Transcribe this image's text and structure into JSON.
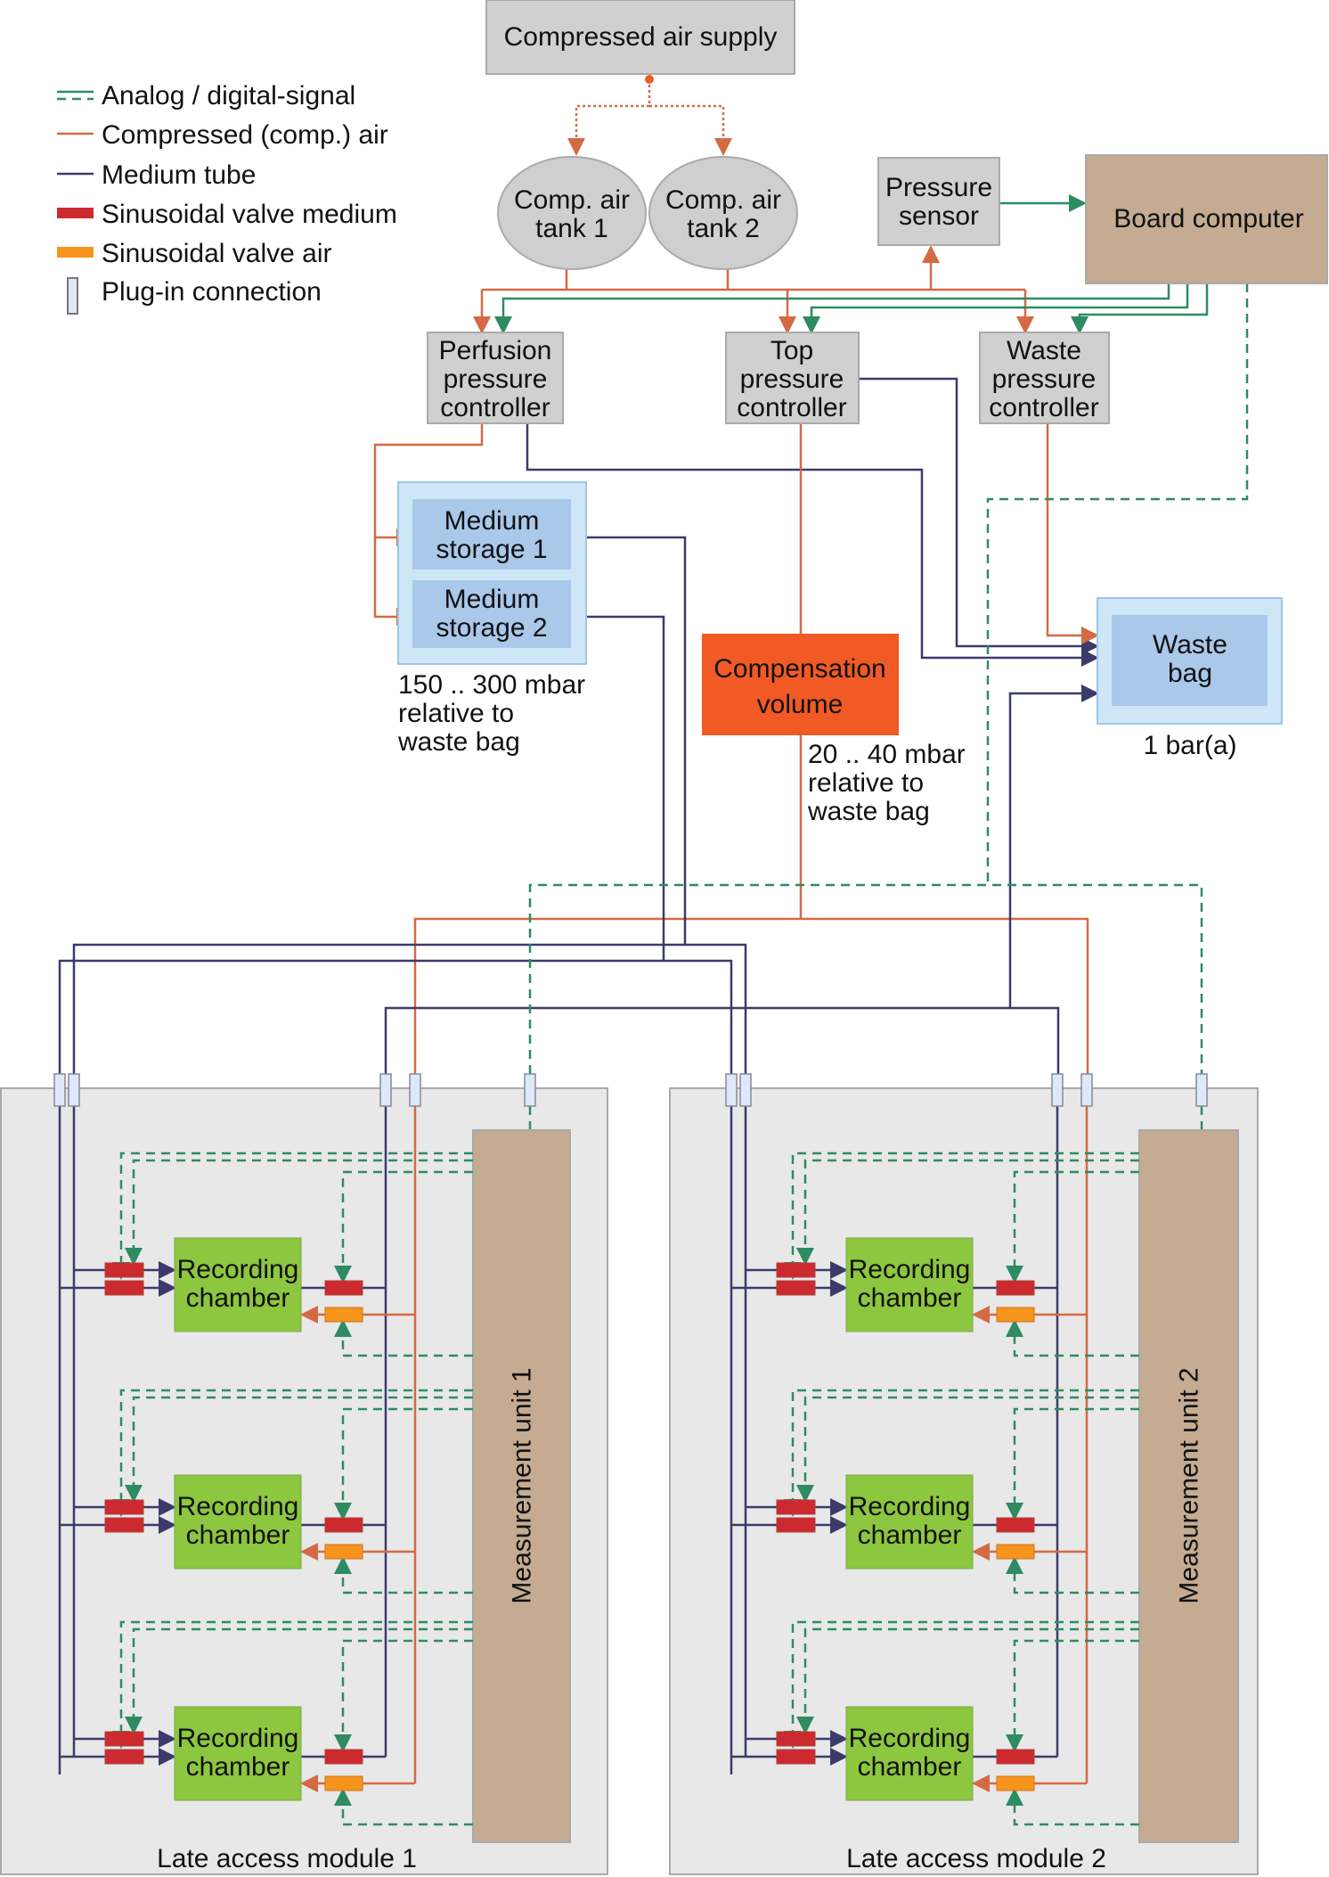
{
  "legend": {
    "items": [
      {
        "label": "Analog / digital-signal",
        "icon": "dashed-green-line"
      },
      {
        "label": "Compressed (comp.) air",
        "icon": "orange-line"
      },
      {
        "label": "Medium tube",
        "icon": "navy-line"
      },
      {
        "label": "Sinusoidal valve medium",
        "icon": "red-valve"
      },
      {
        "label": "Sinusoidal valve air",
        "icon": "orange-valve"
      },
      {
        "label": "Plug-in connection",
        "icon": "plug"
      }
    ]
  },
  "nodes": {
    "air_supply": "Compressed air supply",
    "tank1": [
      "Comp. air",
      "tank 1"
    ],
    "tank2": [
      "Comp. air",
      "tank 2"
    ],
    "pressure_sensor": [
      "Pressure",
      "sensor"
    ],
    "board_computer": "Board computer",
    "perfusion_controller": [
      "Perfusion",
      "pressure",
      "controller"
    ],
    "top_controller": [
      "Top",
      "pressure",
      "controller"
    ],
    "waste_controller": [
      "Waste",
      "pressure",
      "controller"
    ],
    "medium_storage1": [
      "Medium",
      "storage 1"
    ],
    "medium_storage2": [
      "Medium",
      "storage 2"
    ],
    "storage_note": [
      "150 .. 300 mbar",
      "relative to",
      "waste bag"
    ],
    "compensation": [
      "Compensation",
      "volume"
    ],
    "compensation_note": [
      "20 .. 40 mbar",
      "relative to",
      "waste bag"
    ],
    "waste_bag": [
      "Waste",
      "bag"
    ],
    "waste_note": "1 bar(a)"
  },
  "modules": [
    {
      "label": "Late access module 1",
      "unit": "Measurement unit 1",
      "chamber": [
        "Recording",
        "chamber"
      ]
    },
    {
      "label": "Late access module 2",
      "unit": "Measurement unit 2",
      "chamber": [
        "Recording",
        "chamber"
      ]
    }
  ],
  "colors": {
    "air": "#d46a43",
    "medium": "#3b3b6b",
    "signal": "#2e8b62",
    "valve_medium": "#cc2a2e",
    "valve_air": "#f7941d",
    "chamber": "#8dc63f",
    "unit": "#c4ab91",
    "compensation": "#f15a24",
    "storage": "#a9c8ea"
  }
}
